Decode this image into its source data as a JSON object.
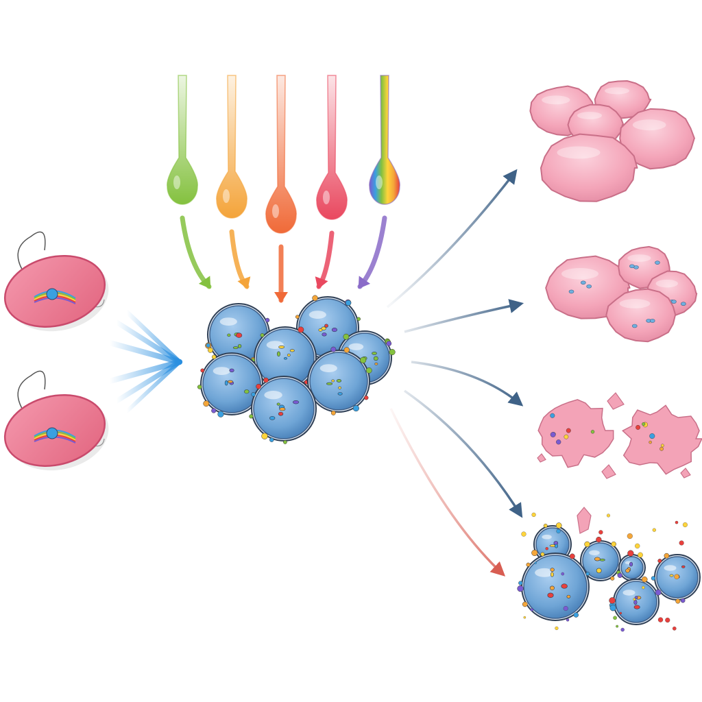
{
  "palette": {
    "bacteria_fill": "#ee7b97",
    "bacteria_stroke": "#c94a6c",
    "cell_fill": "#77acd9",
    "cell_stroke": "#3f5f88",
    "cell_rim": "#dfe8f2",
    "pink_mass_fill": "#f3a3b7",
    "pink_mass_stroke": "#c96f88",
    "arrow_blue": "#3f6287",
    "arrow_red": "#d85d52",
    "spray_blue": "#2a8fe0"
  },
  "droplets": [
    {
      "name": "green-droplet",
      "color": "#84c13f"
    },
    {
      "name": "orange-droplet",
      "color": "#f4a43a"
    },
    {
      "name": "red-orange-droplet",
      "color": "#f06a38"
    },
    {
      "name": "pink-droplet",
      "color": "#e9485f"
    },
    {
      "name": "rainbow-droplet",
      "color": "rainbow"
    }
  ],
  "bacteria": [
    {
      "name": "bacterium-top"
    },
    {
      "name": "bacterium-bottom"
    }
  ],
  "outcomes": [
    {
      "name": "outcome-pink-clusters"
    },
    {
      "name": "outcome-pink-clusters-spotted"
    },
    {
      "name": "outcome-fragmented-clusters"
    },
    {
      "name": "outcome-dispersed-cells"
    }
  ],
  "particle_colors": [
    "#e8403d",
    "#f4a63a",
    "#84c13f",
    "#3aa0e0",
    "#ffd43b",
    "#7a5bd1"
  ]
}
